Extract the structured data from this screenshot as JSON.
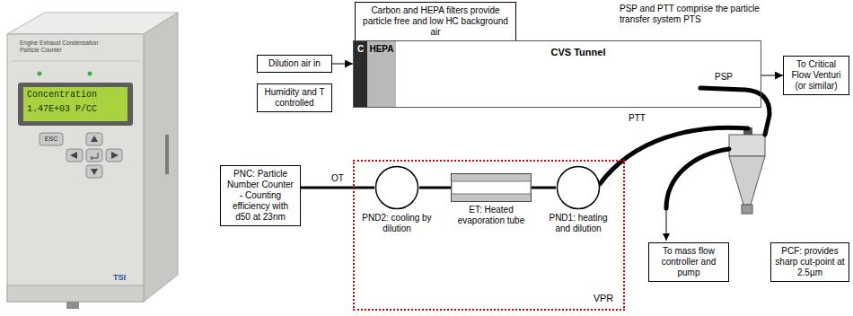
{
  "diagram": {
    "nodes": [
      {
        "text": [
          "Carbon and HEPA filters provide particle free and low HC background air"
        ]
      },
      {
        "text": [
          "Dilution air in"
        ]
      },
      {
        "text": [
          "Humidity and T controlled"
        ]
      },
      {
        "text": [
          "CVS Tunnel"
        ]
      },
      {
        "text": [
          "C"
        ],
        "in": 3
      },
      {
        "text": [
          "HEPA"
        ],
        "in": 3
      },
      {
        "text": [
          "To Critical Flow Venturi (or similar)"
        ]
      },
      {
        "text": [
          "PCF: provides sharp cut-point at 2.5µm"
        ]
      },
      {
        "text": [
          "PNC: Particle Number Counter - Counting efficiency with d50 at 23nm"
        ]
      },
      {
        "text": [
          "VPR"
        ]
      },
      {
        "text": [
          "PND2: cooling by dilution"
        ],
        "in": 9
      },
      {
        "text": [
          "ET: Heated evaporation tube"
        ],
        "in": 9
      },
      {
        "text": [
          "PND1: heating and dilution"
        ],
        "in": 9
      },
      {
        "text": [
          "To mass flow controller and pump"
        ]
      }
    ],
    "edges": [
      {
        "from": 1,
        "to": 3,
        "arrow": "to"
      },
      {
        "from": 3,
        "to": 6,
        "arrow": "to"
      },
      {
        "from": 8,
        "to": 10,
        "label": "OT",
        "arrow": "none"
      },
      {
        "from": 10,
        "to": 11,
        "arrow": "none"
      },
      {
        "from": 11,
        "to": 12,
        "arrow": "none"
      }
    ],
    "labels": [
      "PSP and PTT comprise the particle transfer system PTS",
      "PSP",
      "PTT",
      "Engine Exhaust Condensation Particle Counter",
      "Concentration",
      "1.47E+03 P/CC",
      "ESC",
      "TSI"
    ]
  }
}
